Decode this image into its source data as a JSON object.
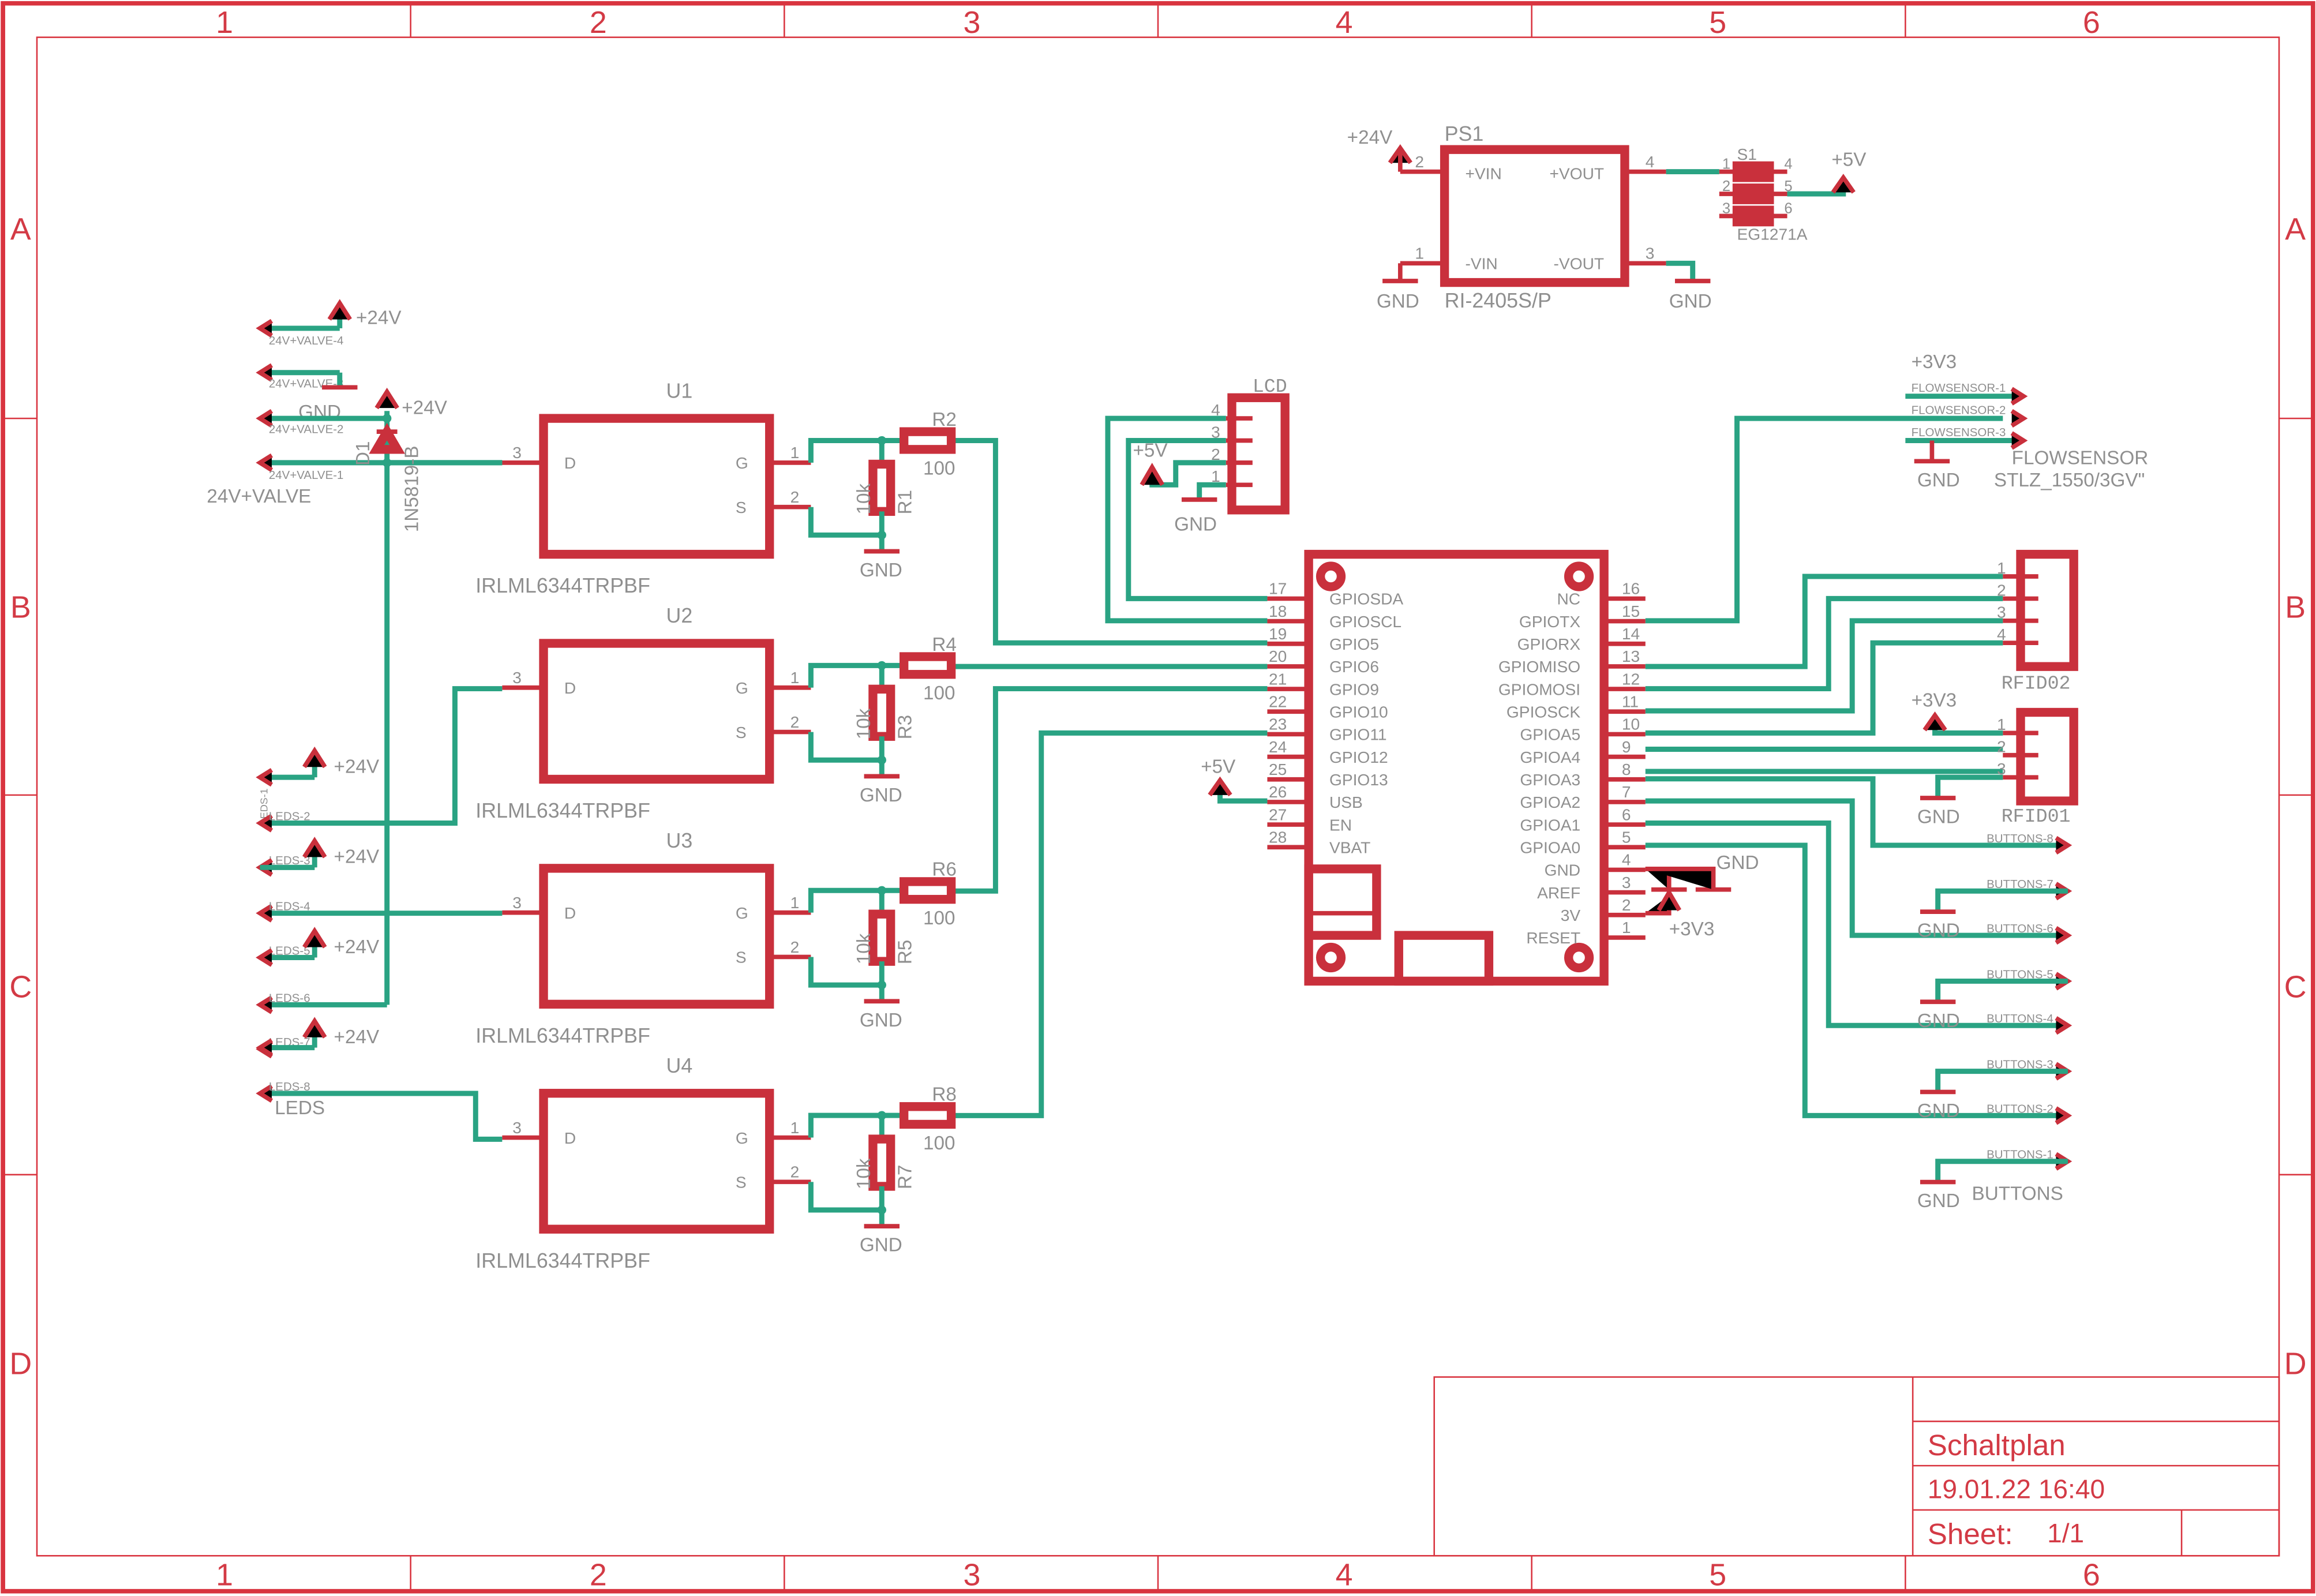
{
  "frame": {
    "columns": [
      "1",
      "2",
      "3",
      "4",
      "5",
      "6"
    ],
    "rows": [
      "A",
      "B",
      "C",
      "D"
    ]
  },
  "title_block": {
    "title": "Schaltplan",
    "date": "19.01.22 16:40",
    "sheet_label": "Sheet:",
    "sheet_value": "1/1"
  },
  "power_module": {
    "ref": "PS1",
    "value": "RI-2405S/P",
    "pins": {
      "vin_p": "+VIN",
      "vout_p": "+VOUT",
      "vin_n": "-VIN",
      "vout_n": "-VOUT"
    },
    "pin_numbers": [
      "2",
      "4",
      "1",
      "3"
    ],
    "in_label": "+24V",
    "out_label": "+5V",
    "gnd_left": "GND",
    "gnd_right": "GND"
  },
  "switch": {
    "ref": "S1",
    "value": "EG1271A",
    "pins_left": [
      "1",
      "2",
      "3"
    ],
    "pins_right": [
      "4",
      "5",
      "6"
    ]
  },
  "lcd": {
    "name": "LCD",
    "pins": [
      "4",
      "3",
      "2",
      "1"
    ],
    "supply": "+5V",
    "gnd": "GND"
  },
  "flowsensor": {
    "supply": "+3V3",
    "nets": [
      "FLOWSENSOR-1",
      "FLOWSENSOR-2",
      "FLOWSENSOR-3"
    ],
    "gnd": "GND",
    "title": "FLOWSENSOR",
    "part": "STLZ_1550/3GV\""
  },
  "rfid02": {
    "name": "RFID02",
    "pins": [
      "1",
      "2",
      "3",
      "4"
    ]
  },
  "rfid01": {
    "name": "RFID01",
    "pins": [
      "1",
      "2",
      "3"
    ],
    "supply": "+3V3",
    "gnd": "GND"
  },
  "mcu": {
    "left_pins": [
      {
        "num": "17",
        "name": "GPIOSDA"
      },
      {
        "num": "18",
        "name": "GPIOSCL"
      },
      {
        "num": "19",
        "name": "GPIO5"
      },
      {
        "num": "20",
        "name": "GPIO6"
      },
      {
        "num": "21",
        "name": "GPIO9"
      },
      {
        "num": "22",
        "name": "GPIO10"
      },
      {
        "num": "23",
        "name": "GPIO11"
      },
      {
        "num": "24",
        "name": "GPIO12"
      },
      {
        "num": "25",
        "name": "GPIO13"
      },
      {
        "num": "26",
        "name": "USB"
      },
      {
        "num": "27",
        "name": "EN"
      },
      {
        "num": "28",
        "name": "VBAT"
      }
    ],
    "right_pins": [
      {
        "num": "16",
        "name": "NC"
      },
      {
        "num": "15",
        "name": "GPIOTX"
      },
      {
        "num": "14",
        "name": "GPIORX"
      },
      {
        "num": "13",
        "name": "GPIOMISO"
      },
      {
        "num": "12",
        "name": "GPIOMOSI"
      },
      {
        "num": "11",
        "name": "GPIOSCK"
      },
      {
        "num": "10",
        "name": "GPIOA5"
      },
      {
        "num": "9",
        "name": "GPIOA4"
      },
      {
        "num": "8",
        "name": "GPIOA3"
      },
      {
        "num": "7",
        "name": "GPIOA2"
      },
      {
        "num": "6",
        "name": "GPIOA1"
      },
      {
        "num": "5",
        "name": "GPIOA0"
      },
      {
        "num": "4",
        "name": "GND"
      },
      {
        "num": "3",
        "name": "AREF"
      },
      {
        "num": "2",
        "name": "3V"
      },
      {
        "num": "1",
        "name": "RESET"
      }
    ],
    "usb_supply": "+5V",
    "gnd": "GND",
    "v3_supply": "+3V3"
  },
  "mosfets": [
    {
      "ref": "U1",
      "value": "IRLML6344TRPBF",
      "gate_r": "R2",
      "gate_val": "100",
      "pd_r": "R1",
      "pd_val": "10k",
      "gnd": "GND"
    },
    {
      "ref": "U2",
      "value": "IRLML6344TRPBF",
      "gate_r": "R4",
      "gate_val": "100",
      "pd_r": "R3",
      "pd_val": "10k",
      "gnd": "GND"
    },
    {
      "ref": "U3",
      "value": "IRLML6344TRPBF",
      "gate_r": "R6",
      "gate_val": "100",
      "pd_r": "R5",
      "pd_val": "10k",
      "gnd": "GND"
    },
    {
      "ref": "U4",
      "value": "IRLML6344TRPBF",
      "gate_r": "R8",
      "gate_val": "100",
      "pd_r": "R7",
      "pd_val": "10k",
      "gnd": "GND"
    }
  ],
  "mosfet_pins": {
    "d": "D",
    "g": "G",
    "s": "S",
    "n3": "3",
    "n1": "1",
    "n2": "2"
  },
  "valve": {
    "nets": [
      "24V+VALVE-4",
      "24V+VALVE-3",
      "24V+VALVE-2",
      "24V+VALVE-1"
    ],
    "supply": "+24V",
    "gnd": "GND",
    "label": "24V+VALVE"
  },
  "diode": {
    "ref": "D1",
    "value": "1N5819-B",
    "supply": "+24V"
  },
  "leds": {
    "nets": [
      "LEDS-1",
      "LEDS-2",
      "LEDS-3",
      "LEDS-4",
      "LEDS-5",
      "LEDS-6",
      "LEDS-7",
      "LEDS-8"
    ],
    "supplies": [
      "+24V",
      "+24V",
      "+24V",
      "+24V"
    ],
    "label": "LEDS"
  },
  "buttons": {
    "nets": [
      "BUTTONS-8",
      "BUTTONS-7",
      "BUTTONS-6",
      "BUTTONS-5",
      "BUTTONS-4",
      "BUTTONS-3",
      "BUTTONS-2",
      "BUTTONS-1"
    ],
    "gnds": [
      "GND",
      "GND",
      "GND",
      "GND"
    ],
    "label": "BUTTONS"
  }
}
